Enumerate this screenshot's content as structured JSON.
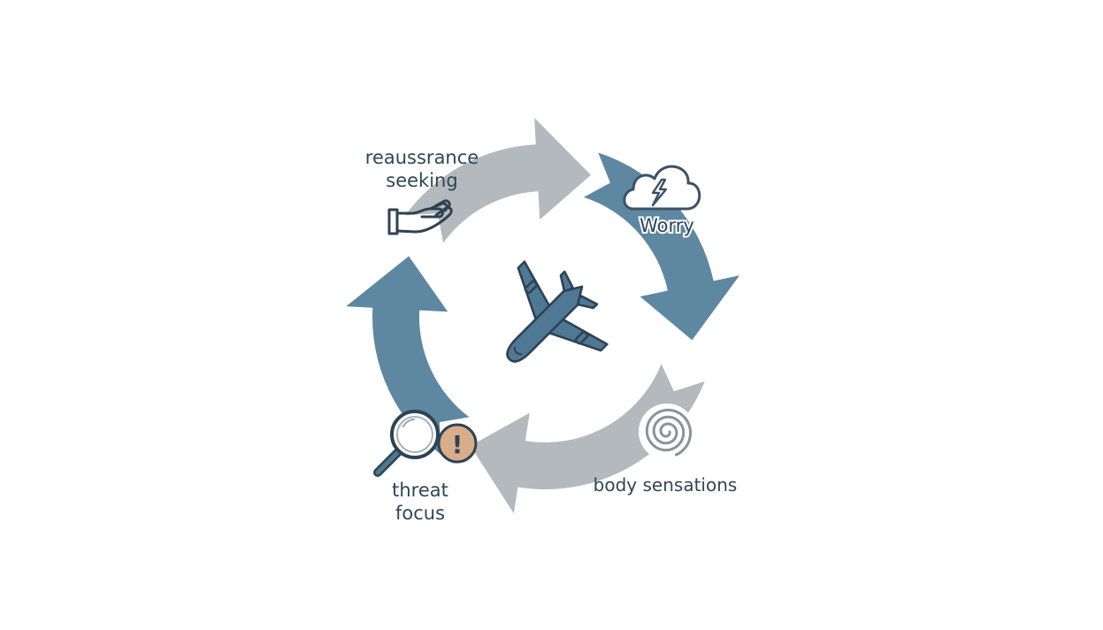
{
  "diagram": {
    "center_icon": "airplane-icon",
    "colors": {
      "dark_arrow": "#5e87a2",
      "light_arrow": "#b3b9bd",
      "icon_stroke": "#3a5366",
      "plane_fill": "#4f7895",
      "warning_badge": "#d8ad8a",
      "text": "#2f4656"
    },
    "stages": [
      {
        "id": "reassurance",
        "lines": [
          "reaussrance",
          "seeking"
        ],
        "icon": "hand-icon"
      },
      {
        "id": "worry",
        "lines": [
          "Worry"
        ],
        "icon": "storm-cloud-icon"
      },
      {
        "id": "body",
        "lines": [
          "body sensations"
        ],
        "icon": "spiral-icon"
      },
      {
        "id": "threat",
        "lines": [
          "threat",
          "focus"
        ],
        "icon": "magnifier-warning-icon"
      }
    ],
    "warning_symbol": "!"
  }
}
